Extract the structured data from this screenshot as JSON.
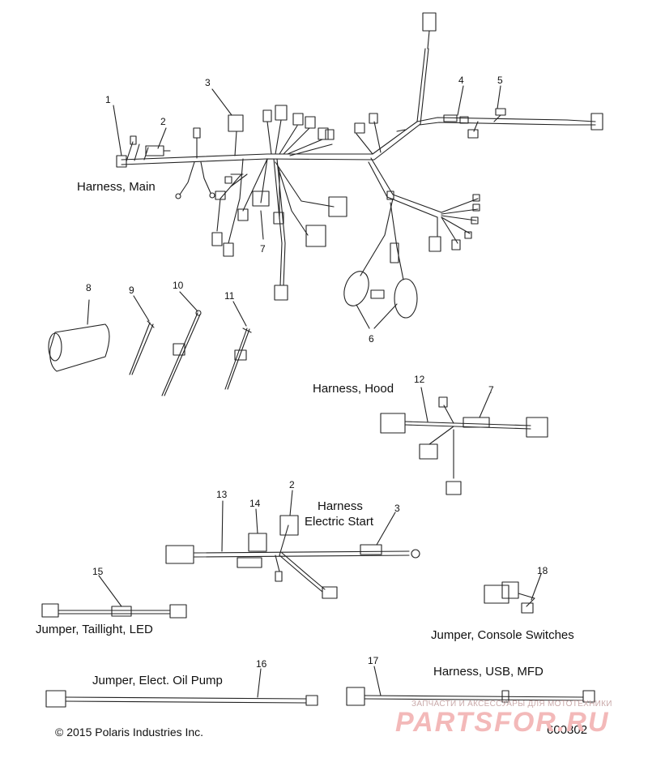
{
  "labels": {
    "harness_main": "Harness, Main",
    "harness_hood": "Harness, Hood",
    "harness_es_line1": "Harness",
    "harness_es_line2": "Electric Start",
    "jumper_taillight": "Jumper, Taillight, LED",
    "jumper_console": "Jumper, Console Switches",
    "jumper_oil_pump": "Jumper, Elect. Oil Pump",
    "harness_usb": "Harness, USB, MFD"
  },
  "callouts": {
    "n1": "1",
    "n2": "2",
    "n3": "3",
    "n4": "4",
    "n5": "5",
    "n6": "6",
    "n7": "7",
    "n8": "8",
    "n9": "9",
    "n10": "10",
    "n11": "11",
    "n12": "12",
    "n7b": "7",
    "n13": "13",
    "n14": "14",
    "n2b": "2",
    "n3b": "3",
    "n15": "15",
    "n18": "18",
    "n16": "16",
    "n17": "17"
  },
  "footer": {
    "copyright": "© 2015 Polaris Industries Inc.",
    "figure_number": "600302"
  },
  "watermark": {
    "tagline": "ЗАПЧАСТИ И АКСЕССУАРЫ ДЛЯ МОТОТЕХНИКИ",
    "brand": "PARTSFOR.RU"
  }
}
